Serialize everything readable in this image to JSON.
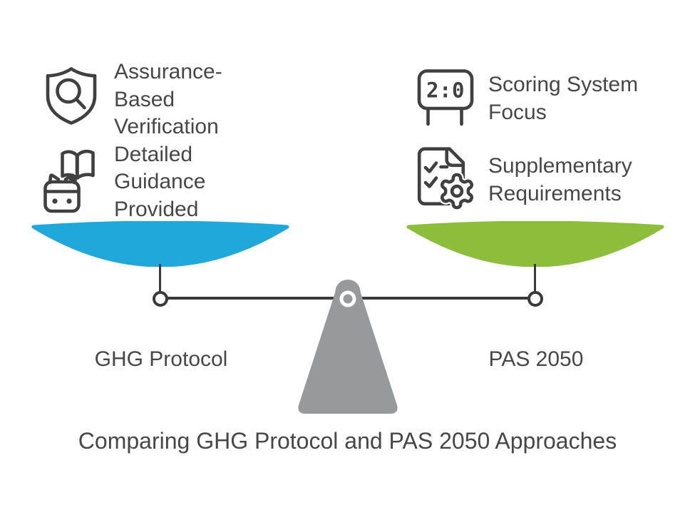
{
  "title": "Comparing GHG Protocol and PAS 2050 Approaches",
  "scale": {
    "left": {
      "label": "GHG Protocol",
      "pan_color": "#20A8DA",
      "items": [
        {
          "icon": "shield-magnifier-icon",
          "text": "Assurance-Based Verification"
        },
        {
          "icon": "robot-book-icon",
          "text": "Detailed Guidance Provided"
        }
      ]
    },
    "right": {
      "label": "PAS 2050",
      "pan_color": "#8CBE3C",
      "items": [
        {
          "icon": "scoreboard-icon",
          "score_display": "2:0",
          "text": "Scoring System Focus"
        },
        {
          "icon": "document-checklist-gear-icon",
          "text": "Supplementary Requirements"
        }
      ]
    }
  },
  "style": {
    "icon_stroke": "#404040",
    "text_color": "#474747",
    "beam_color": "#3A3A3A",
    "fulcrum_color": "#98999B",
    "background": "#FFFFFF"
  }
}
